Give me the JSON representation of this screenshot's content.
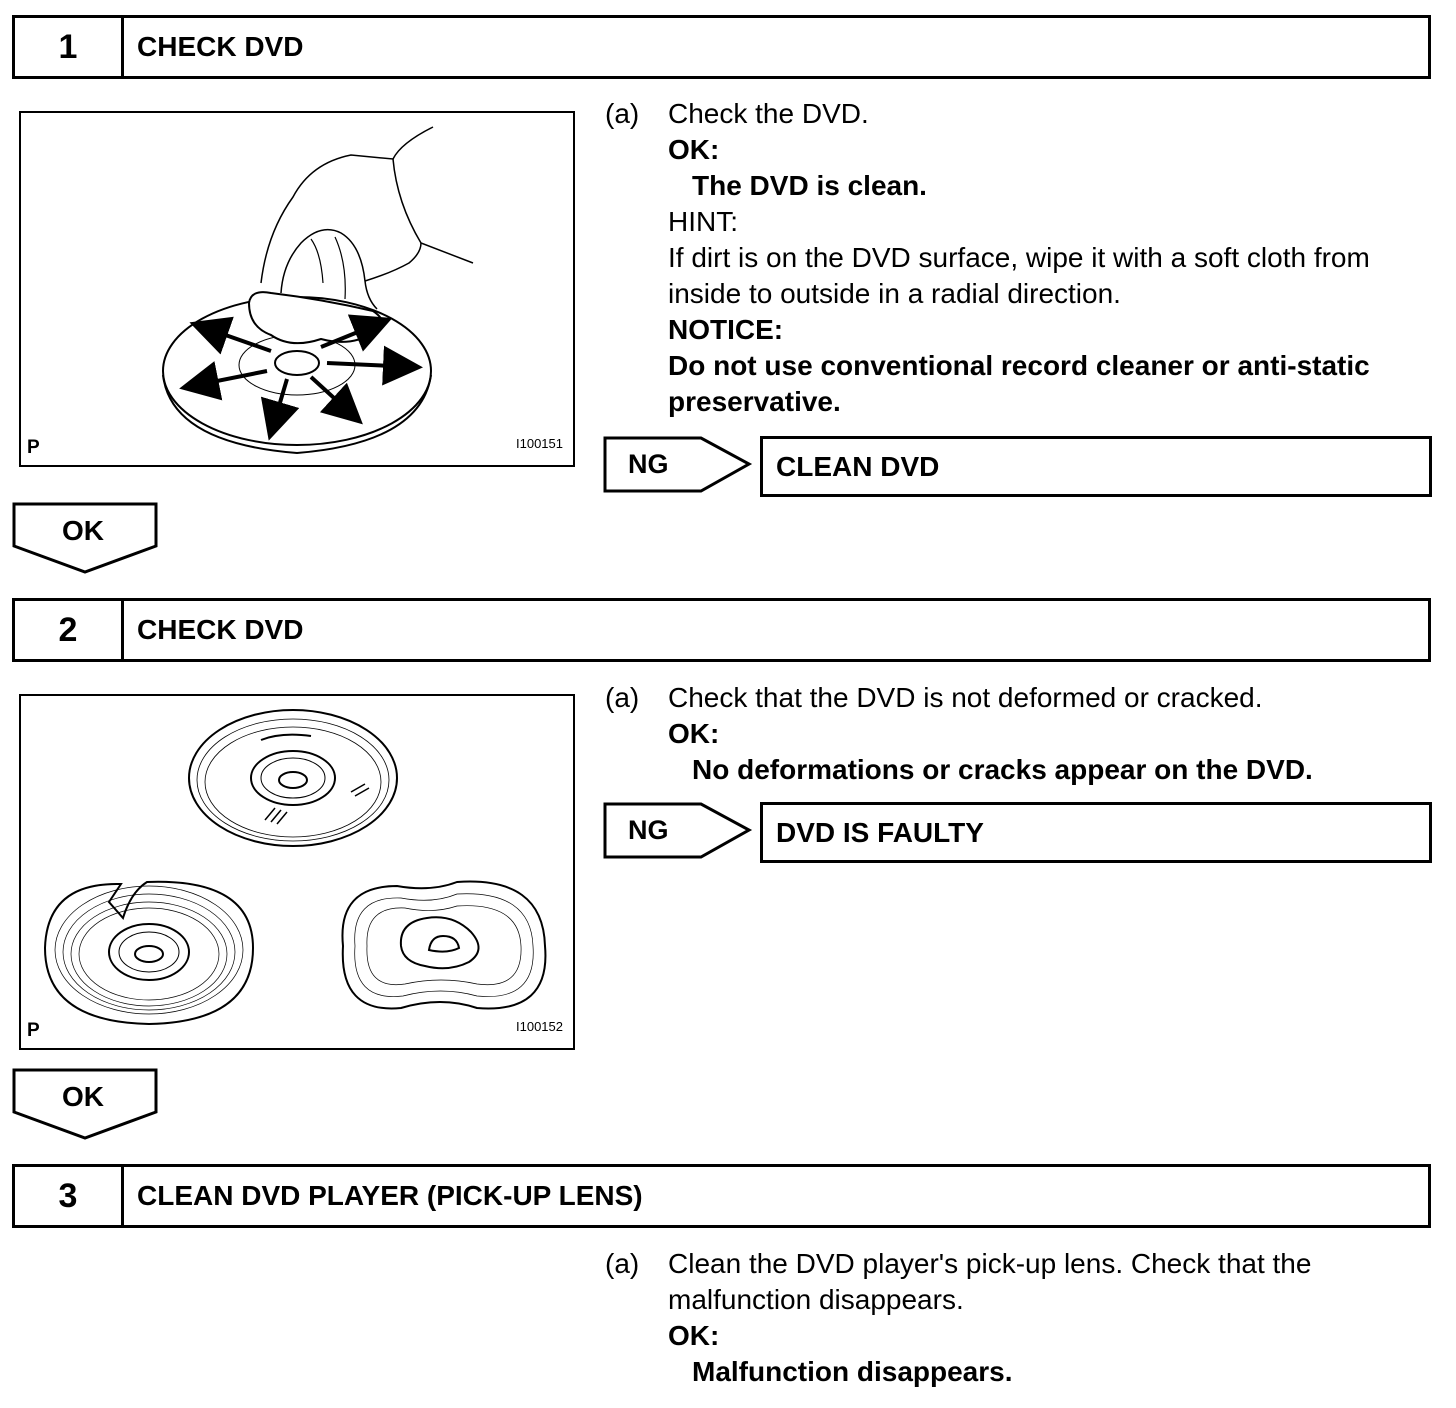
{
  "steps": [
    {
      "number": "1",
      "title": "CHECK DVD",
      "figure": {
        "corner_label": "P",
        "id": "I100151"
      },
      "instruction_marker": "(a)",
      "instruction": "Check the DVD.",
      "ok_heading": "OK:",
      "ok_text": "The DVD is clean.",
      "hint_heading": "HINT:",
      "hint_lines": [
        "If dirt is on the DVD surface, wipe it with a soft cloth from",
        "inside to outside in a radial direction."
      ],
      "notice_heading": "NOTICE:",
      "notice_lines": [
        "Do not use conventional record cleaner or anti-static",
        "preservative."
      ],
      "ng_label": "NG",
      "ng_result": "CLEAN DVD",
      "ok_arrow_label": "OK"
    },
    {
      "number": "2",
      "title": "CHECK DVD",
      "figure": {
        "corner_label": "P",
        "id": "I100152"
      },
      "instruction_marker": "(a)",
      "instruction": "Check that the DVD is not deformed or cracked.",
      "ok_heading": "OK:",
      "ok_text": "No deformations or cracks appear on the DVD.",
      "ng_label": "NG",
      "ng_result": "DVD IS FAULTY",
      "ok_arrow_label": "OK"
    },
    {
      "number": "3",
      "title": "CLEAN DVD PLAYER (PICK-UP LENS)",
      "instruction_marker": "(a)",
      "instruction_lines": [
        "Clean the DVD player's pick-up lens. Check that the",
        "malfunction disappears."
      ],
      "ok_heading": "OK:",
      "ok_text": "Malfunction disappears."
    }
  ]
}
